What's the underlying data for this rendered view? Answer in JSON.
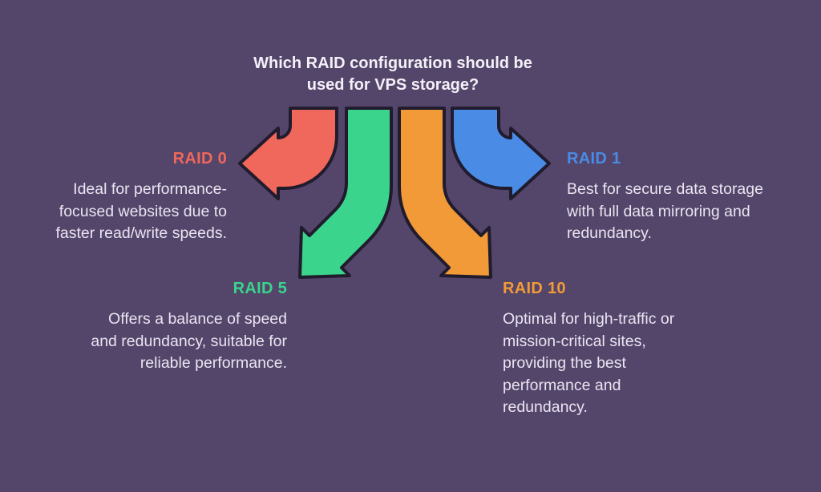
{
  "title": "Which RAID configuration should be\nused for VPS storage?",
  "colors": {
    "background": "#54466A",
    "arrow_outline": "#201B2D",
    "title_text": "#F4F0F8",
    "body_text": "#EAE4F2",
    "raid0": "#F0675B",
    "raid1": "#4A8BE6",
    "raid5": "#3AD48C",
    "raid10": "#F19A37"
  },
  "items": [
    {
      "id": "raid0",
      "label": "RAID 0",
      "description": "Ideal for performance-\nfocused websites due to\nfaster read/write speeds.",
      "color": "#F0675B",
      "arrow_direction": "left",
      "text_align": "right"
    },
    {
      "id": "raid1",
      "label": "RAID 1",
      "description": "Best for secure data storage\nwith full data mirroring and\nredundancy.",
      "color": "#4A8BE6",
      "arrow_direction": "right",
      "text_align": "left"
    },
    {
      "id": "raid5",
      "label": "RAID 5",
      "description": "Offers a balance of speed\nand redundancy, suitable for\nreliable performance.",
      "color": "#3AD48C",
      "arrow_direction": "down-left",
      "text_align": "right"
    },
    {
      "id": "raid10",
      "label": "RAID 10",
      "description": "Optimal for high-traffic or\nmission-critical sites,\nproviding the best\nperformance and\nredundancy.",
      "color": "#F19A37",
      "arrow_direction": "down-right",
      "text_align": "left"
    }
  ]
}
